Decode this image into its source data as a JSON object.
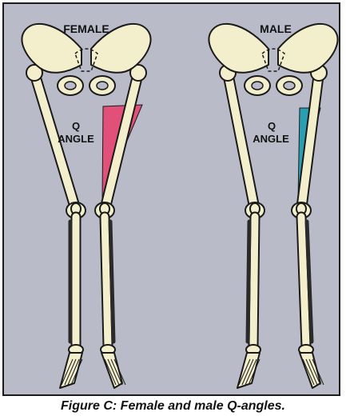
{
  "figure": {
    "caption": "Figure C: Female and male Q-angles.",
    "background_color": "#b9bcc8",
    "bone_color": "#f3eecb",
    "outline_color": "#1a1a1a",
    "female": {
      "title": "FEMALE",
      "q_label": "Q",
      "angle_label": "ANGLE",
      "highlight_color": "#e05078"
    },
    "male": {
      "title": "MALE",
      "q_label": "Q",
      "angle_label": "ANGLE",
      "highlight_color": "#2b9fb2"
    }
  }
}
